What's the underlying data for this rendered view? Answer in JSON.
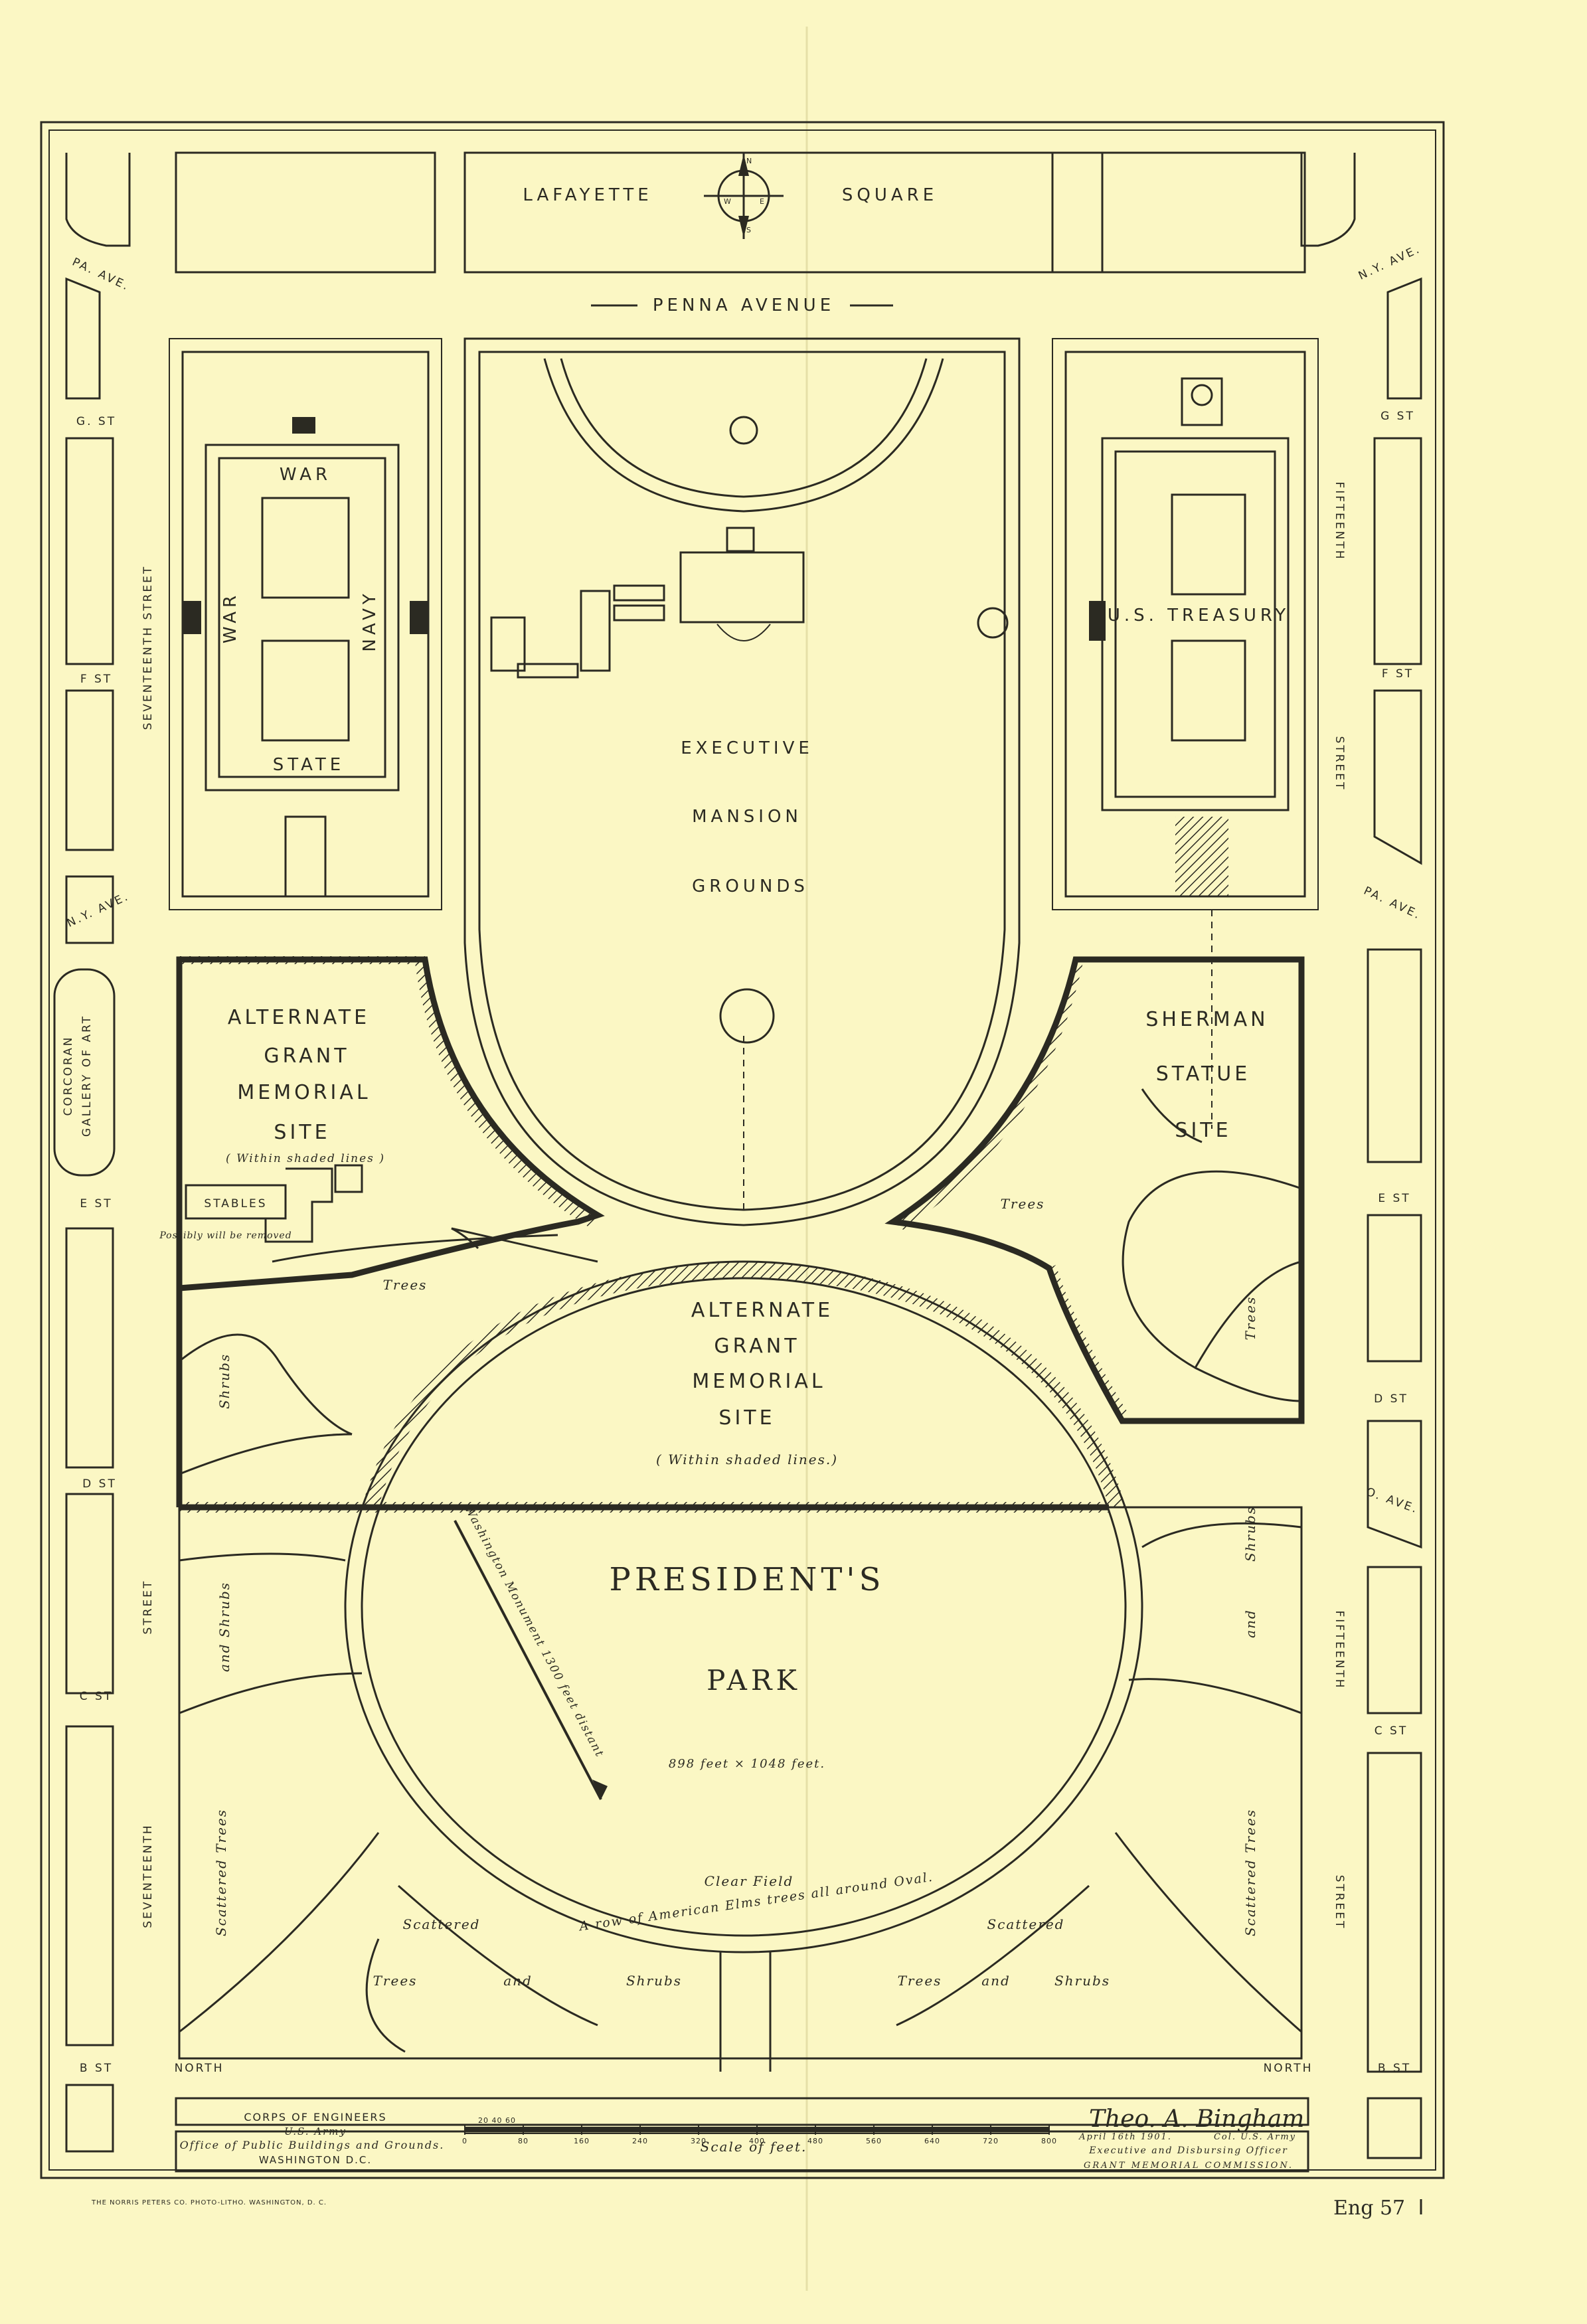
{
  "map": {
    "north_labels": {
      "lafayette": "LAFAYETTE",
      "square": "SQUARE",
      "penna_avenue": "PENNA AVENUE"
    },
    "compass": {
      "n": "N",
      "s": "S",
      "e": "E",
      "w": "W"
    },
    "streets": {
      "pa_ave_nw": "PA. AVE.",
      "ny_ave_ne": "N.Y. AVE.",
      "g_st_w": "G. ST",
      "g_st_e": "G ST",
      "f_st_w": "F ST",
      "f_st_e": "F ST",
      "ny_ave_w": "N.Y. AVE.",
      "pa_ave_e": "PA. AVE.",
      "e_st_w": "E ST",
      "e_st_e": "E ST",
      "d_st_w": "D ST",
      "d_st_e": "D ST",
      "c_st_w": "C ST",
      "c_st_e": "C ST",
      "b_st_w": "B ST",
      "b_st_e": "B ST",
      "o_ave_e": "O. AVE.",
      "seventeenth_street_upper": "SEVENTEENTH STREET",
      "seventeenth_street_lower_a": "STREET",
      "seventeenth_street_lower_b": "SEVENTEENTH",
      "fifteenth_upper_a": "FIFTEENTH",
      "fifteenth_upper_b": "STREET",
      "fifteenth_lower_a": "FIFTEENTH",
      "fifteenth_lower_b": "STREET",
      "north_w": "NORTH",
      "north_e": "NORTH"
    },
    "corcoran": {
      "line1": "CORCORAN",
      "line2": "GALLERY OF ART"
    },
    "war_state_navy": {
      "war_top": "WAR",
      "war_side": "WAR",
      "navy": "NAVY",
      "state": "STATE"
    },
    "treasury": "U.S. TREASURY",
    "executive": {
      "line1": "EXECUTIVE",
      "line2": "MANSION",
      "line3": "GROUNDS"
    },
    "alt_site_west": {
      "line1": "ALTERNATE",
      "line2": "GRANT",
      "line3": "MEMORIAL",
      "line4": "SITE",
      "note": "( Within shaded lines )"
    },
    "sherman": {
      "line1": "SHERMAN",
      "line2": "STATUE",
      "line3": "SITE"
    },
    "stables": {
      "label": "STABLES",
      "note": "Possibly will be removed"
    },
    "alt_site_center": {
      "line1": "ALTERNATE",
      "line2": "GRANT",
      "line3": "MEMORIAL",
      "line4": "SITE",
      "note": "( Within shaded lines.)"
    },
    "presidents_park": {
      "title": "PRESIDENT'S",
      "title2": "PARK",
      "dims": "898 feet × 1048 feet."
    },
    "washington_monument": "Washington Monument 1300 feet distant",
    "elms_note": "A row of American Elms trees all around Oval.",
    "clear_field": "Clear Field",
    "vegetation": {
      "trees_1": "Trees",
      "trees_2": "Trees",
      "trees_3": "Trees",
      "shrubs_1": "Shrubs",
      "and_shrubs_w": "and Shrubs",
      "shrubs_e": "Shrubs",
      "and_e": "and",
      "scattered_trees_w": "Scattered Trees",
      "scattered_trees_e": "Scattered Trees",
      "scattered_w": "Scattered",
      "scattered_e": "Scattered",
      "trees_w": "Trees",
      "and_w": "and",
      "shrubs_w": "Shrubs",
      "trees_e": "Trees",
      "and_e2": "and",
      "shrubs_e2": "Shrubs"
    },
    "footer": {
      "corps1": "CORPS OF ENGINEERS",
      "corps2": "U.S. Army",
      "corps3": "Office of Public Buildings and Grounds.",
      "corps4": "WASHINGTON D.C.",
      "scale_label": "Scale of feet.",
      "scale_ticks": [
        "0",
        "80",
        "160",
        "240",
        "320",
        "400",
        "480",
        "560",
        "640",
        "720",
        "800"
      ],
      "scale_small": "20 40 60",
      "signature": "Theo. A. Bingham",
      "sig_date": "April 16th 1901.",
      "sig_rank": "Col. U.S. Army",
      "sig_title": "Executive and Disbursing Officer",
      "sig_comm": "GRANT MEMORIAL COMMISSION.",
      "printer": "THE NORRIS PETERS CO. PHOTO-LITHO. WASHINGTON, D. C.",
      "eng_ref": "Eng 57"
    }
  }
}
